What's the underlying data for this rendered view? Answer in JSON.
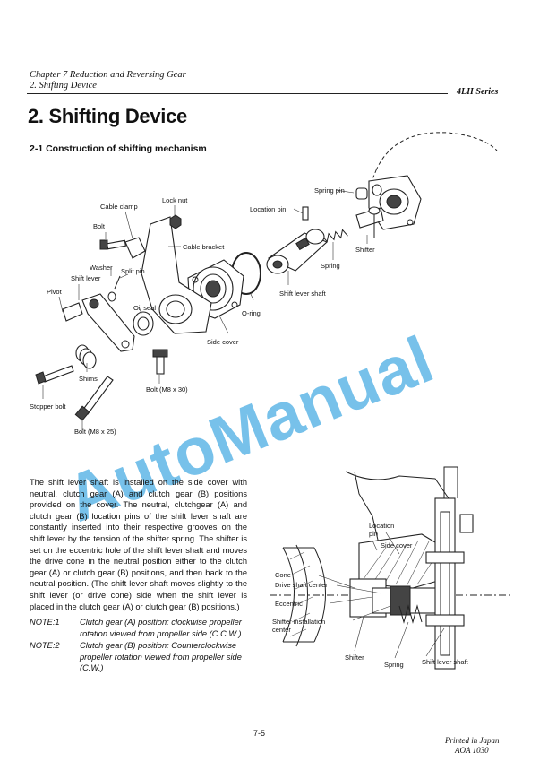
{
  "header": {
    "chapter": "Chapter 7 Reduction and Reversing Gear",
    "section": "2. Shifting Device",
    "series": "4LH Series"
  },
  "title": "2. Shifting Device",
  "subheading": "2-1 Construction of shifting mechanism",
  "figure1": {
    "labels": {
      "spring_pin": "Spring pin",
      "lock_nut": "Lock nut",
      "cable_clamp": "Cable clamp",
      "location_pin": "Location pin",
      "bolt": "Bolt",
      "cable_bracket": "Cable bracket",
      "shifter": "Shifter",
      "spring": "Spring",
      "washer": "Washer",
      "split_pin": "Split pin",
      "shift_lever": "Shift lever",
      "pivot": "Pivot",
      "oil_seal": "Oil seal",
      "shift_lever_shaft": "Shift lever shaft",
      "o_ring": "O-ring",
      "side_cover": "Side cover",
      "shims": "Shims",
      "bolt_m8x30": "Bolt (M8 x 30)",
      "stopper_bolt": "Stopper bolt",
      "bolt_m8x25": "Bolt (M8 x 25)"
    }
  },
  "body_text": "The shift lever shaft is installed on the side cover with neutral, clutch gear (A) and clutch gear (B) positions provided on the cover. The neutral, clutchgear (A) and clutch gear (B) location pins of the shift lever shaft are constantly inserted into their respective grooves on the shift lever by the tension of the shifter spring. The shifter is set on the eccentric hole of the shift lever shaft and moves the drive cone in the neutral position either to the clutch gear (A) or clutch gear (B) positions, and then back to the neutral position. (The shift lever shaft moves slightly to the shift lever (or drive cone) side when the shift lever is placed in the clutch gear (A) or clutch gear (B) positions.)",
  "notes": [
    {
      "tag": "NOTE:1",
      "text": "Clutch gear (A) position: clockwise propeller rotation viewed from propeller side (C.C.W.)"
    },
    {
      "tag": "NOTE:2",
      "text": "Clutch gear (B) position: Counterclockwise propeller rotation viewed from propeller side (C.W.)"
    }
  ],
  "figure2": {
    "labels": {
      "location_pin": "Location\npin",
      "side_cover": "Side cover",
      "cone": "Cone",
      "drive_shaft_center": "Drive shaft center",
      "eccentric": "Eccentric",
      "shifter_installation_center": "Shifter installation\ncenter",
      "shifter": "Shifter",
      "spring": "Spring",
      "shift_lever_shaft": "Shift lever shaft"
    }
  },
  "watermark": "AutoManual",
  "footer": {
    "page_number": "7-5",
    "printed": "Printed in Japan",
    "code": "AOA 1030"
  }
}
